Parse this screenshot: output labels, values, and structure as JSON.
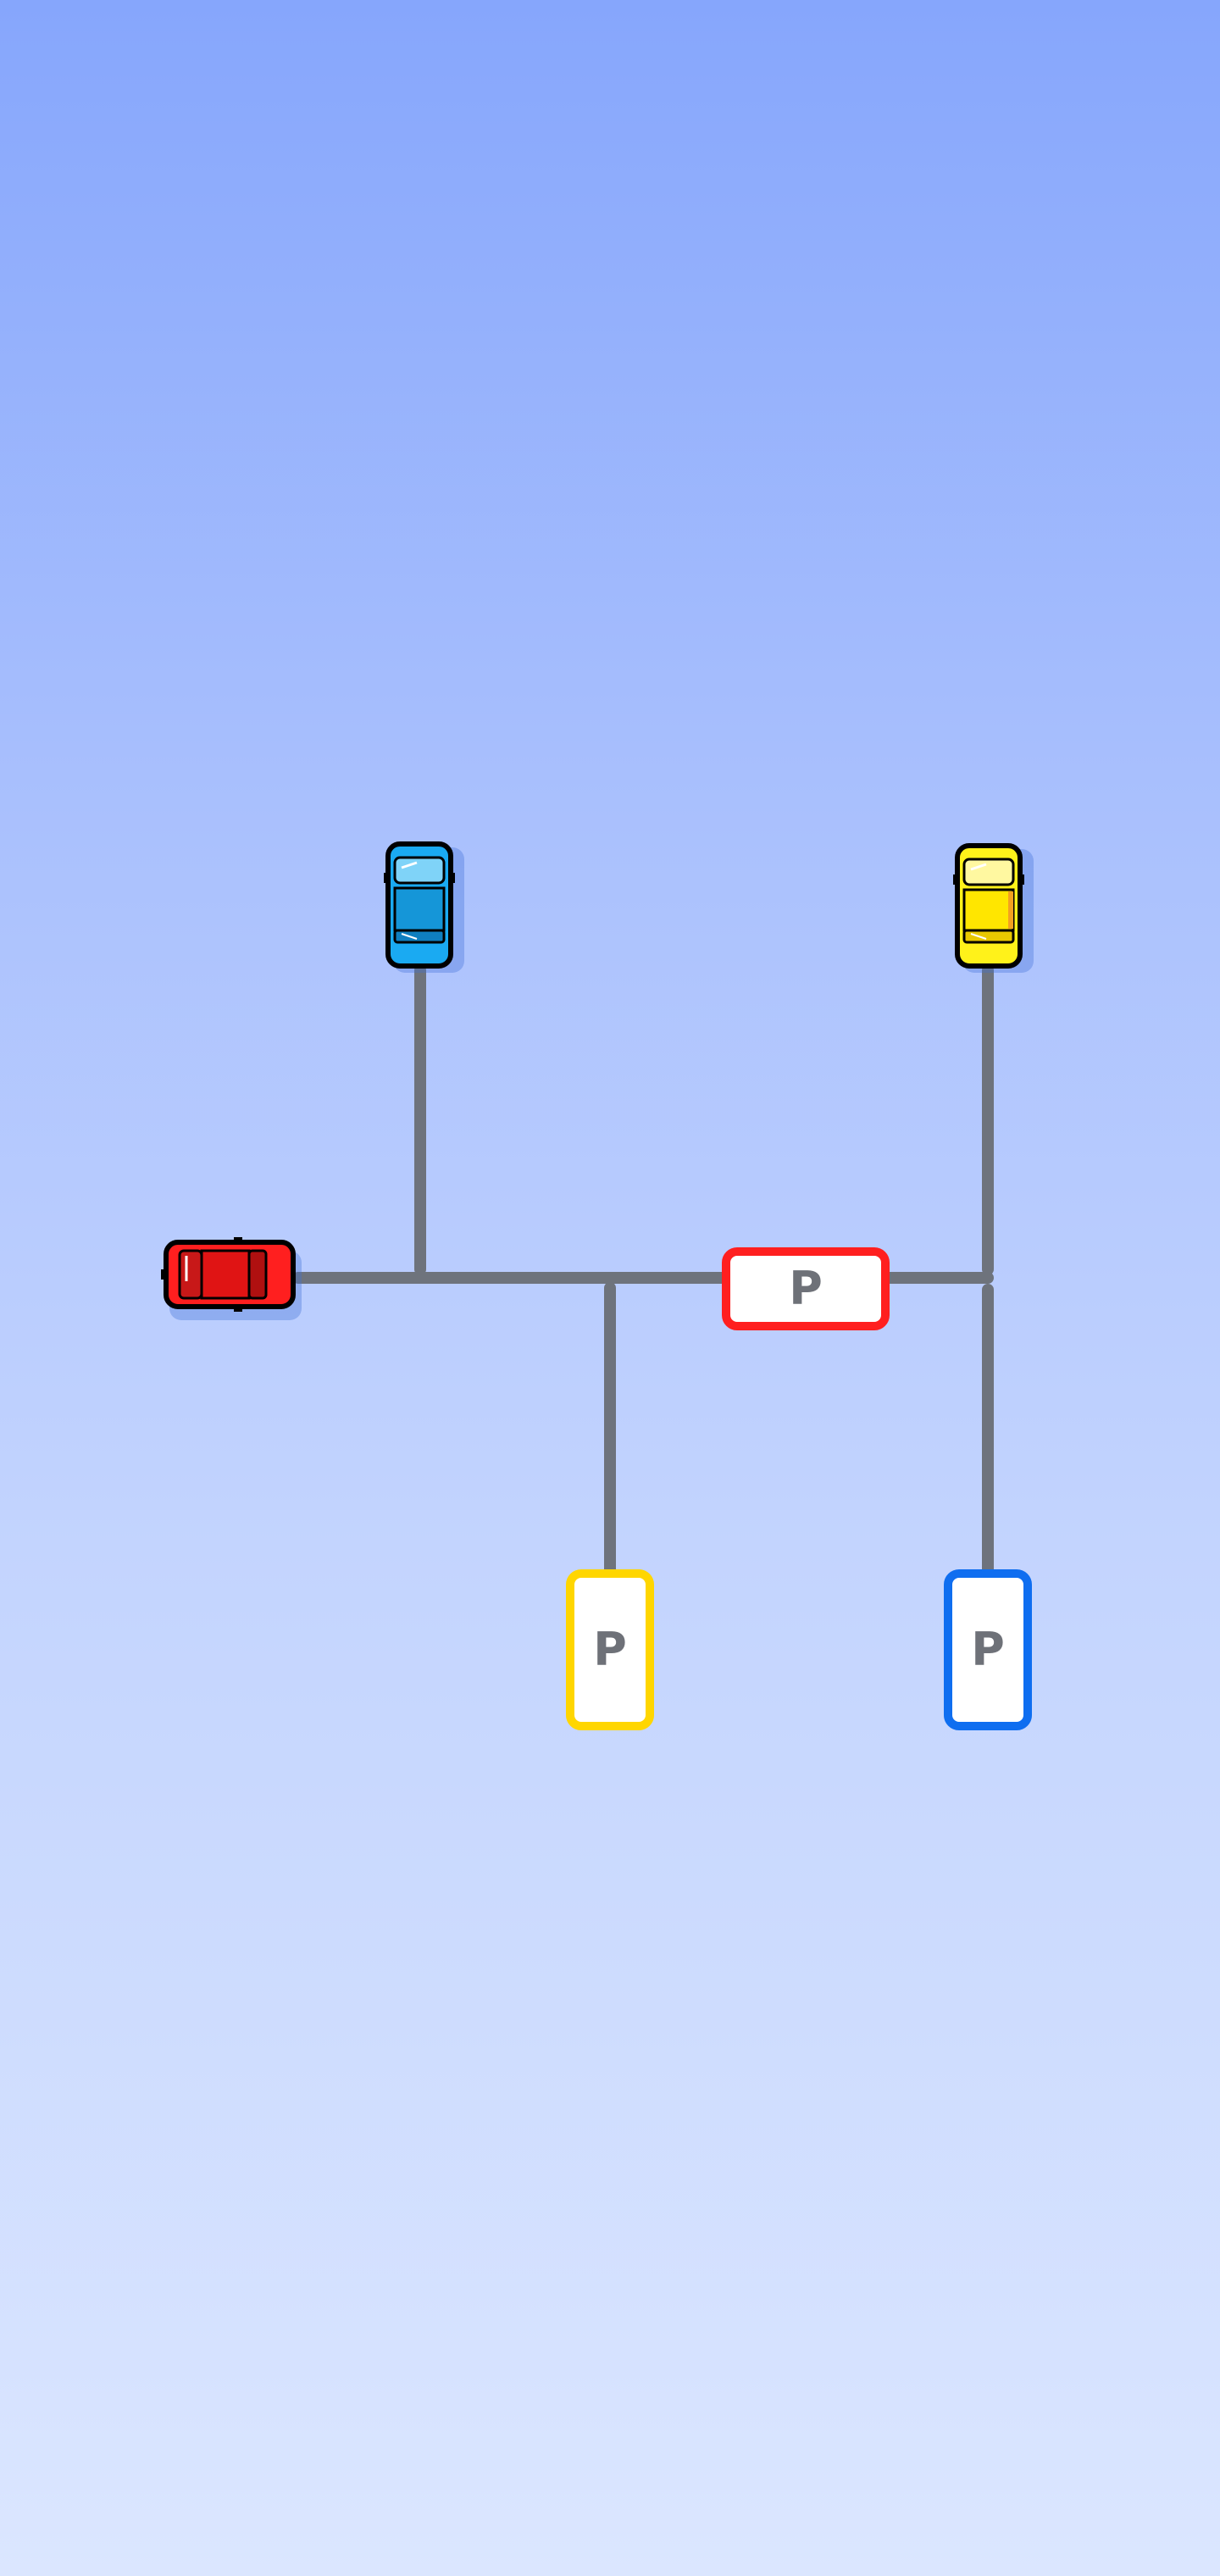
{
  "colors": {
    "road": "#6e737c",
    "red": "#ff1f1f",
    "yellow": "#ffd600",
    "blue": "#0f6ef0",
    "cyan": "#1aaaf2",
    "car_yellow": "#fff21a",
    "spot_text": "#6e7178"
  },
  "parking_spots": [
    {
      "color": "red",
      "label": "P"
    },
    {
      "color": "yellow",
      "label": "P"
    },
    {
      "color": "blue",
      "label": "P"
    }
  ],
  "cars": [
    {
      "color": "blue",
      "icon": "car-icon",
      "facing": "up"
    },
    {
      "color": "yellow",
      "icon": "car-icon",
      "facing": "up"
    },
    {
      "color": "red",
      "icon": "car-icon",
      "facing": "left"
    }
  ]
}
